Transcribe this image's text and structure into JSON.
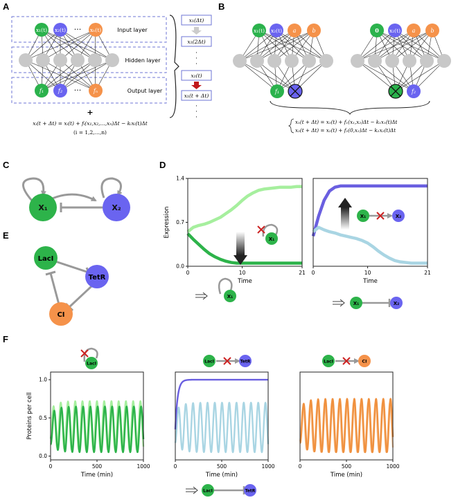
{
  "panel_labels": [
    "A",
    "B",
    "C",
    "D",
    "E",
    "F"
  ],
  "colors": {
    "green": "#2bb24c",
    "blue": "#6a64f0",
    "orange": "#f5924a",
    "gray": "#c8c8c8",
    "dark_green": "#2db34a",
    "light_green": "#a6ef9e",
    "dark_blue": "#6a5fe0",
    "light_blue": "#a9d5e3",
    "orange_dark": "#f0913f",
    "orange_light": "#f8c79a",
    "dash_border": "#6e74d6",
    "red_x": "#cc2222"
  },
  "panelA": {
    "input_nodes": [
      "x₁(t)",
      "x₂(t)",
      "xₙ(t)"
    ],
    "output_nodes": [
      "f₁",
      "f₂",
      "fₙ"
    ],
    "dots": "···",
    "layers": [
      "Input layer",
      "Hidden layer",
      "Output layer"
    ],
    "plus": "+",
    "equation": "xᵢ(t + Δt) = xᵢ(t) + fᵢ(x₁,x₂,...,xₙ)Δt − kᵢxᵢ(t)Δt",
    "index": "(i = 1,2,...,n)",
    "time_boxes": [
      "x₁(Δt)",
      "x₁(2Δt)",
      "x₁(t)",
      "x₁(t + Δt)"
    ],
    "vdots": "·"
  },
  "panelB": {
    "net1_inputs": [
      "x₁(t)",
      "x₂(t)",
      "a",
      "b"
    ],
    "net2_inputs": [
      "0",
      "x₂(t)",
      "a",
      "b"
    ],
    "net1_outputs": [
      "f₁"
    ],
    "net2_outputs": [
      "f₂"
    ],
    "eq1": "x₁(t + Δt) = x₁(t) + f₁(x₁,x₂)Δt − k₁x₁(t)Δt",
    "eq2": "x₂(t + Δt) = x₂(t) + f₂(0,x₂)Δt − k₂x₂(t)Δt"
  },
  "panelC": {
    "nodes": [
      "X₁",
      "X₂"
    ]
  },
  "panelE": {
    "nodes": [
      "LacI",
      "TetR",
      "CI"
    ]
  },
  "panelD_motif_labels": [
    "X₁",
    "X₁",
    "X₂",
    "X₁",
    "X₁",
    "X₂"
  ],
  "panelF_motif_labels": [
    "LacI",
    "LacI",
    "TetR",
    "LacI",
    "CI",
    "LacI",
    "TetR"
  ],
  "chart_data": [
    {
      "type": "line",
      "panel": "D-left",
      "xlabel": "Time",
      "ylabel": "Expression",
      "xlim": [
        0,
        21
      ],
      "ylim": [
        0,
        1.4
      ],
      "xticks": [
        "0",
        "10",
        "21"
      ],
      "yticks": [
        "0.0",
        "0.7",
        "1.4"
      ],
      "x": [
        0,
        1,
        2,
        3,
        4,
        5,
        6,
        7,
        8,
        9,
        10,
        11,
        12,
        13,
        14,
        15,
        16,
        17,
        18,
        19,
        20,
        21
      ],
      "series": [
        {
          "color": "#a6ef9e",
          "values": [
            0.55,
            0.62,
            0.65,
            0.67,
            0.7,
            0.74,
            0.78,
            0.84,
            0.9,
            0.97,
            1.05,
            1.12,
            1.17,
            1.21,
            1.23,
            1.24,
            1.25,
            1.26,
            1.26,
            1.26,
            1.27,
            1.27
          ]
        },
        {
          "color": "#2db34a",
          "values": [
            0.52,
            0.43,
            0.35,
            0.27,
            0.2,
            0.15,
            0.11,
            0.08,
            0.06,
            0.05,
            0.05,
            0.05,
            0.05,
            0.05,
            0.05,
            0.05,
            0.05,
            0.05,
            0.05,
            0.05,
            0.05,
            0.05
          ]
        }
      ]
    },
    {
      "type": "line",
      "panel": "D-right",
      "xlabel": "Time",
      "ylabel": "",
      "xlim": [
        0,
        21
      ],
      "ylim": [
        0,
        1.4
      ],
      "xticks": [
        "0",
        "10",
        "21"
      ],
      "yticks": [],
      "x": [
        0,
        1,
        2,
        3,
        4,
        5,
        6,
        7,
        8,
        9,
        10,
        11,
        12,
        13,
        14,
        15,
        16,
        17,
        18,
        19,
        20,
        21
      ],
      "series": [
        {
          "color": "#6a5fe0",
          "values": [
            0.48,
            0.8,
            1.05,
            1.2,
            1.26,
            1.28,
            1.28,
            1.28,
            1.28,
            1.28,
            1.28,
            1.28,
            1.28,
            1.28,
            1.28,
            1.28,
            1.28,
            1.28,
            1.28,
            1.28,
            1.28,
            1.28
          ]
        },
        {
          "color": "#a9d5e3",
          "values": [
            0.55,
            0.62,
            0.58,
            0.55,
            0.53,
            0.5,
            0.48,
            0.46,
            0.44,
            0.41,
            0.37,
            0.31,
            0.24,
            0.18,
            0.13,
            0.09,
            0.07,
            0.06,
            0.05,
            0.05,
            0.05,
            0.05
          ]
        }
      ]
    },
    {
      "type": "line",
      "panel": "F-1",
      "xlabel": "Time (min)",
      "ylabel": "Proteins per cell",
      "xlim": [
        0,
        1000
      ],
      "ylim": [
        -0.05,
        1.1
      ],
      "xticks": [
        "0",
        "500",
        "1000"
      ],
      "yticks": [
        "0.0",
        "0.5",
        "1.0"
      ],
      "series": [
        {
          "color": "#a6ef9e",
          "shape": "osc",
          "period": 78,
          "min": 0.08,
          "max": 0.72,
          "phase": 0.6
        },
        {
          "color": "#2db34a",
          "shape": "osc",
          "period": 78,
          "min": 0.05,
          "max": 0.65,
          "phase": 0
        }
      ]
    },
    {
      "type": "line",
      "panel": "F-2",
      "xlabel": "Time (min)",
      "ylabel": "",
      "xlim": [
        0,
        1000
      ],
      "ylim": [
        -0.05,
        1.1
      ],
      "xticks": [
        "0",
        "500",
        "1000"
      ],
      "yticks": [],
      "series": [
        {
          "color": "#a9d5e3",
          "shape": "osc",
          "period": 78,
          "min": 0.05,
          "max": 0.7,
          "phase": 0.3
        },
        {
          "color": "#6a5fe0",
          "shape": "saturate",
          "start": 0.35,
          "level": 1.0,
          "rate": 0.04
        }
      ]
    },
    {
      "type": "line",
      "panel": "F-3",
      "xlabel": "Time (min)",
      "ylabel": "",
      "xlim": [
        0,
        1000
      ],
      "ylim": [
        -0.05,
        1.1
      ],
      "xticks": [
        "0",
        "500",
        "1000"
      ],
      "yticks": [],
      "series": [
        {
          "color": "#f8c79a",
          "shape": "osc",
          "period": 78,
          "min": 0.05,
          "max": 0.7,
          "phase": 0.5
        },
        {
          "color": "#f0913f",
          "shape": "osc",
          "period": 78,
          "min": 0.05,
          "max": 0.75,
          "phase": 0
        }
      ]
    }
  ]
}
